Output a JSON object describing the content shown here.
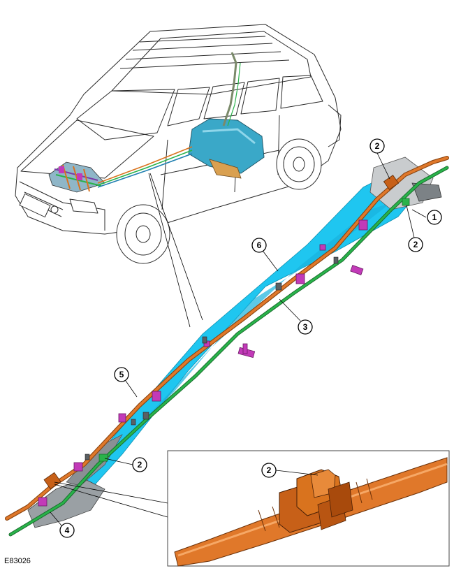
{
  "figure": {
    "reference_code": "E83026"
  },
  "callouts": [
    {
      "id": "c1",
      "label": "1"
    },
    {
      "id": "c2a",
      "label": "2"
    },
    {
      "id": "c2b",
      "label": "2"
    },
    {
      "id": "c2c",
      "label": "2"
    },
    {
      "id": "c2d",
      "label": "2"
    },
    {
      "id": "c3",
      "label": "3"
    },
    {
      "id": "c4",
      "label": "4"
    },
    {
      "id": "c5",
      "label": "5"
    },
    {
      "id": "c6",
      "label": "6"
    }
  ],
  "colors": {
    "cyan_floor_panel": "#1fc6f0",
    "orange_brake_pipe": "#d9731e",
    "green_pipe": "#29b34a",
    "magenta_clip": "#c23ab8",
    "grey_shield": "#9aa0a4",
    "tank_blue": "#3aa8c8"
  }
}
